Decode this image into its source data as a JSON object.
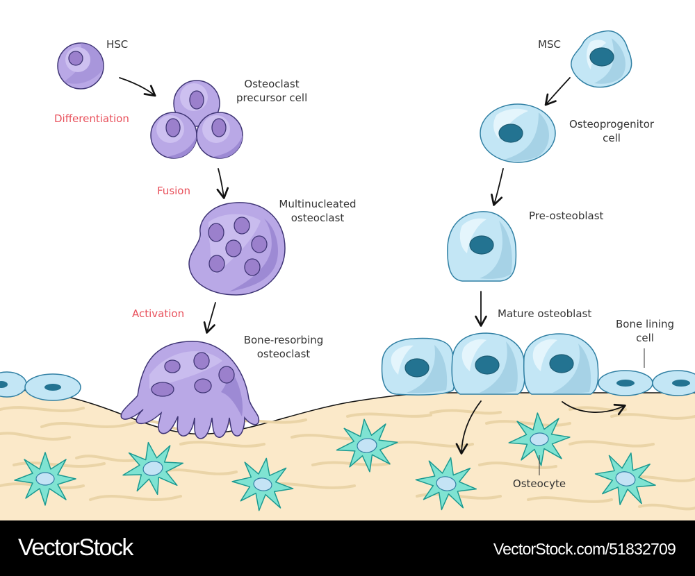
{
  "diagram": {
    "title": "Bone remodeling: osteoclast and osteoblast lineages",
    "osteoclast_lineage": {
      "hsc": "HSC",
      "step_differentiation": "Differentiation",
      "precursor": [
        "Osteoclast",
        "precursor cell"
      ],
      "step_fusion": "Fusion",
      "multinucleated": [
        "Multinucleated",
        "osteoclast"
      ],
      "step_activation": "Activation",
      "bone_resorbing": [
        "Bone-resorbing",
        "osteoclast"
      ]
    },
    "osteoblast_lineage": {
      "msc": "MSC",
      "osteoprogenitor": [
        "Osteoprogenitor",
        "cell"
      ],
      "pre_osteoblast": "Pre-osteoblast",
      "mature_osteoblast": "Mature osteoblast",
      "bone_lining": [
        "Bone lining",
        "cell"
      ],
      "osteocyte": "Osteocyte"
    },
    "colors": {
      "osteoclast_fill": "#b9a8e6",
      "osteoclast_light": "#cdc0f0",
      "osteoclast_shade": "#9d8ad4",
      "osteoclast_nucleus": "#9b80cc",
      "osteoclast_stroke": "#3f3575",
      "osteoblast_fill": "#c3e6f5",
      "osteoblast_light": "#e4f5fc",
      "osteoblast_shade": "#a6d2e6",
      "osteoblast_nucleus": "#237391",
      "osteoblast_stroke": "#2f7fa3",
      "osteocyte_fill": "#7fe3d2",
      "osteocyte_stroke": "#1a9990",
      "osteocyte_nucleus": "#c4e3f5",
      "bone_fill": "#fbe9c9",
      "bone_fiber": "#ead4a7",
      "label_red": "#e8505b"
    }
  },
  "footer": {
    "brand": "VectorStock",
    "stock_id": "VectorStock.com/51832709"
  }
}
